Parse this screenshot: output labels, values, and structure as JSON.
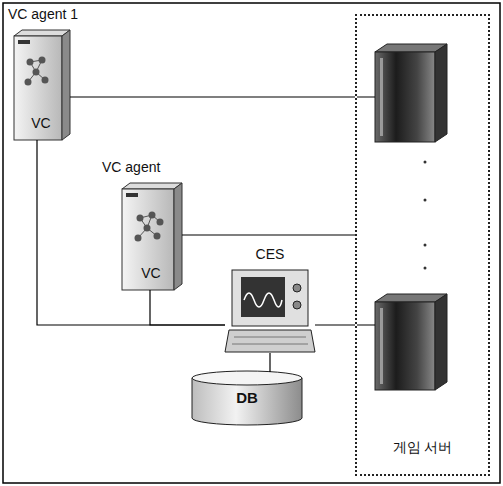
{
  "diagram": {
    "nodes": [
      {
        "text": [
          "VC agent 1",
          "VC"
        ]
      },
      {
        "text": [
          "VC agent",
          "VC"
        ]
      },
      {
        "text": [
          "CES"
        ]
      },
      {
        "text": [
          "DB"
        ]
      },
      {
        "text": [
          "게임 서버"
        ]
      }
    ],
    "edges": [
      {
        "from": 0,
        "to": 4,
        "arrow": "none"
      },
      {
        "from": 1,
        "to": 4,
        "arrow": "none"
      },
      {
        "from": 2,
        "to": 4,
        "arrow": "none"
      },
      {
        "from": 0,
        "to": 2,
        "arrow": "none"
      },
      {
        "from": 1,
        "to": 2,
        "arrow": "none"
      },
      {
        "from": 2,
        "to": 3,
        "arrow": "none"
      }
    ]
  }
}
